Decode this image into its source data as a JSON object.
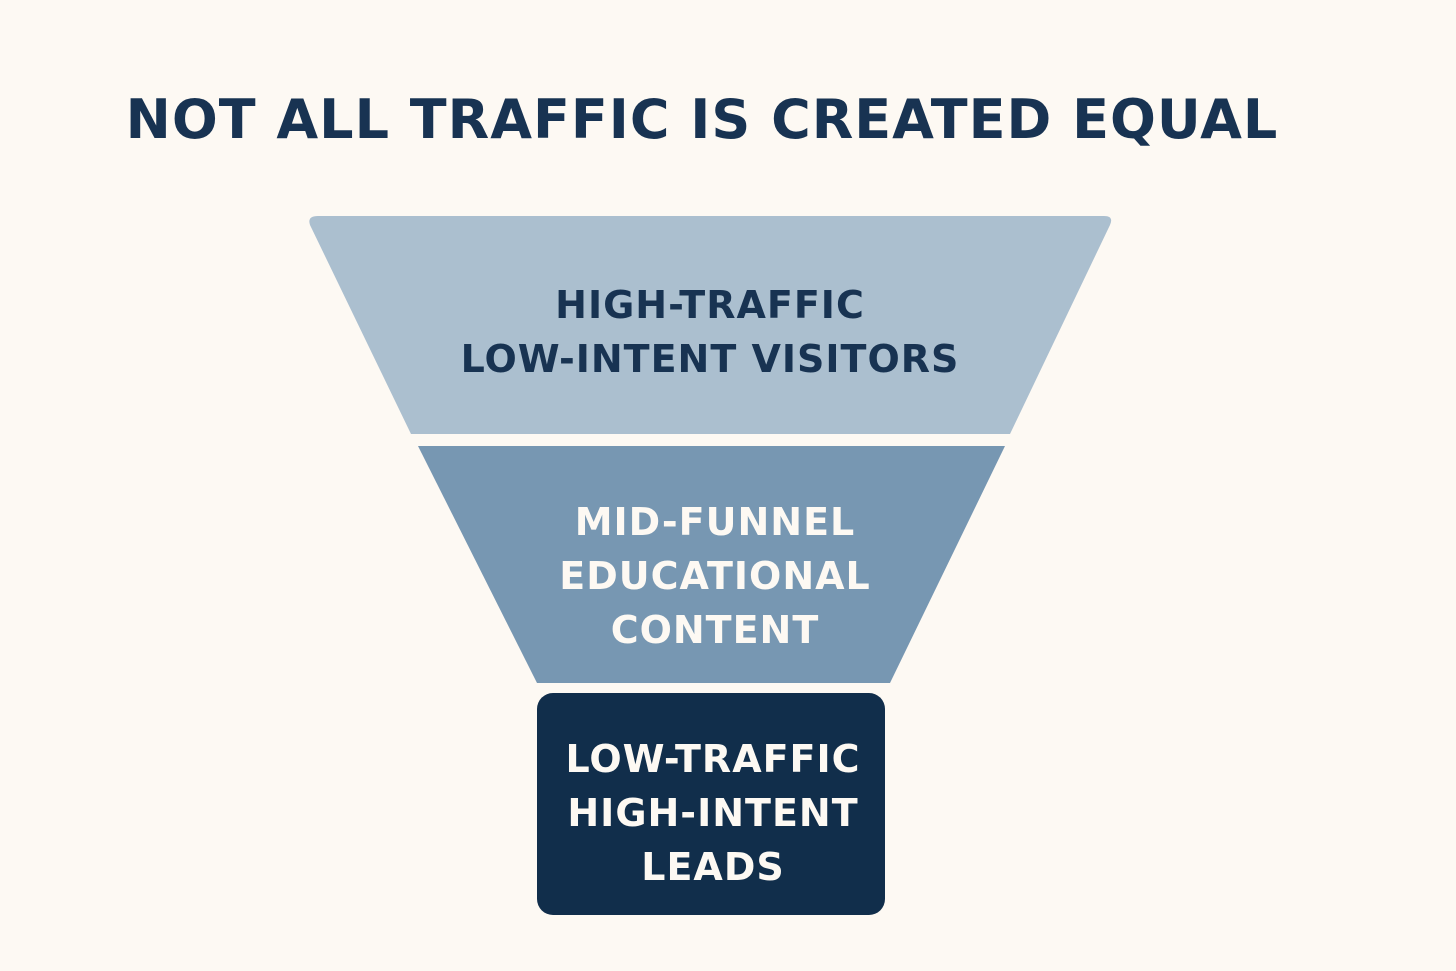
{
  "title": "NOT ALL TRAFFIC IS CREATED EQUAL",
  "stages": [
    {
      "label": "HIGH-TRAFFIC\nLOW-INTENT VISITORS",
      "fill": "#abbfcf",
      "text_color": "#183352"
    },
    {
      "label": "MID-FUNNEL\nEDUCATIONAL\nCONTENT",
      "fill": "#7797b2",
      "text_color": "#fdf9f3"
    },
    {
      "label": "LOW-TRAFFIC\nHIGH-INTENT\nLEADS",
      "fill": "#112e4b",
      "text_color": "#fdf9f3"
    }
  ],
  "colors": {
    "background": "#fdf9f3",
    "title": "#183352"
  }
}
